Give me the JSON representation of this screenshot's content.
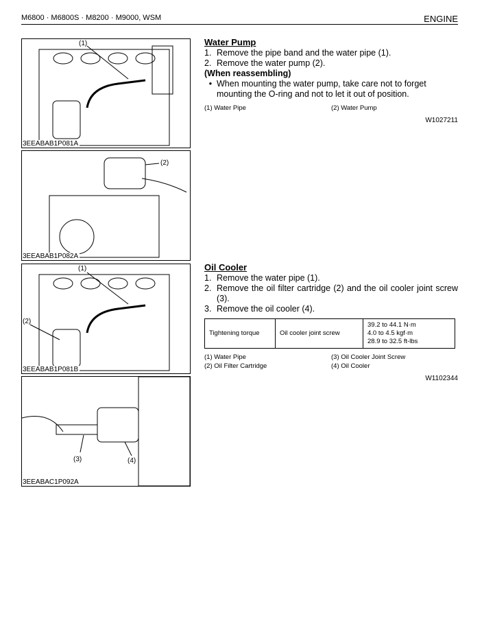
{
  "header": {
    "models": "M6800 · M6800S · M8200 · M9000, WSM",
    "section": "ENGINE"
  },
  "figures": [
    {
      "code": "3EEABAB1P081A",
      "callouts": [
        "(1)"
      ]
    },
    {
      "code": "3EEABAB1P082A",
      "callouts": [
        "(2)"
      ]
    },
    {
      "code": "3EEABAB1P081B",
      "callouts": [
        "(1)",
        "(2)"
      ]
    },
    {
      "code": "3EEABAC1P092A",
      "callouts": [
        "(3)",
        "(4)"
      ]
    }
  ],
  "water_pump": {
    "title": "Water Pump",
    "steps": [
      {
        "n": "1.",
        "text": "Remove the pipe band and the water pipe (1)."
      },
      {
        "n": "2.",
        "text": "Remove the water pump (2)."
      }
    ],
    "subheading": "(When reassembling)",
    "bullet": {
      "mark": "•",
      "text": "When mounting the water pump, take care not to forget mounting the O-ring and not to let it out of position."
    },
    "legend": [
      "(1)  Water Pipe",
      "(2)  Water Pump"
    ],
    "code": "W1027211"
  },
  "oil_cooler": {
    "title": "Oil Cooler",
    "steps": [
      {
        "n": "1.",
        "text": "Remove the water pipe (1)."
      },
      {
        "n": "2.",
        "text": "Remove the oil filter cartridge (2) and the oil cooler joint screw (3)."
      },
      {
        "n": "3.",
        "text": "Remove the oil cooler (4)."
      }
    ],
    "table": {
      "label": "Tightening torque",
      "item": "Oil cooler joint screw",
      "values": [
        "39.2 to 44.1 N·m",
        "4.0 to 4.5 kgf·m",
        "28.9 to 32.5 ft-lbs"
      ]
    },
    "legend": [
      "(1)  Water Pipe",
      "(3)  Oil Cooler Joint Screw",
      "(2)  Oil Filter Cartridge",
      "(4)  Oil Cooler"
    ],
    "code": "W1102344"
  }
}
